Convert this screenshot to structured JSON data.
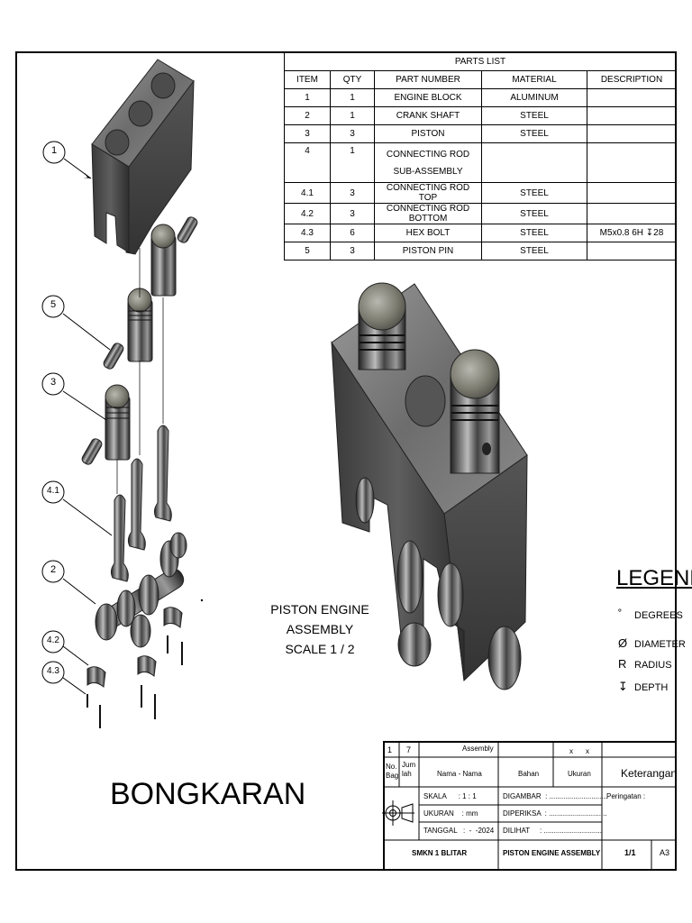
{
  "parts_list": {
    "title": "PARTS LIST",
    "headers": [
      "ITEM",
      "QTY",
      "PART NUMBER",
      "MATERIAL",
      "DESCRIPTION"
    ],
    "rows": [
      [
        "1",
        "1",
        "ENGINE BLOCK",
        "ALUMINUM",
        ""
      ],
      [
        "2",
        "1",
        "CRANK SHAFT",
        "STEEL",
        ""
      ],
      [
        "3",
        "3",
        "PISTON",
        "STEEL",
        ""
      ],
      [
        "4",
        "1",
        "CONNECTING ROD SUB-ASSEMBLY",
        "",
        ""
      ],
      [
        "4.1",
        "3",
        "CONNECTING ROD TOP",
        "STEEL",
        ""
      ],
      [
        "4.2",
        "3",
        "CONNECTING ROD BOTTOM",
        "STEEL",
        ""
      ],
      [
        "4.3",
        "6",
        "HEX BOLT",
        "STEEL",
        "M5x0.8 6H ↧28"
      ],
      [
        "5",
        "3",
        "PISTON PIN",
        "STEEL",
        ""
      ]
    ]
  },
  "callouts": [
    "1",
    "5",
    "3",
    "4.1",
    "2",
    "4.2",
    "4.3"
  ],
  "assembly": {
    "title_line1": "PISTON ENGINE ASSEMBLY",
    "title_line2": "SCALE 1 / 2"
  },
  "exploded_title": "BONGKARAN",
  "legend": {
    "title": "LEGEND:",
    "items": [
      {
        "symbol": "˚",
        "label": "DEGREES"
      },
      {
        "symbol": "Ø",
        "label": "DIAMETER"
      },
      {
        "symbol": "R",
        "label": "RADIUS"
      },
      {
        "symbol": "↧",
        "label": "DEPTH"
      }
    ]
  },
  "title_block": {
    "sheet_no": "1",
    "sheet_qty": "7",
    "assembly": "Assembly",
    "x1": "x",
    "x2": "x",
    "no_bag": "No. Bag",
    "jumlah": "Jum lah",
    "nama": "Nama - Nama",
    "bahan": "Bahan",
    "ukuran": "Ukuran",
    "keterangan": "Keterangan",
    "skala": "SKALA      : 1 : 1",
    "ukuran_mm": "UKURAN    : mm",
    "tanggal": "TANGGAL   :  -  -2024",
    "digambar": "DIGAMBAR  : .............................",
    "diperiksa": "DIPERIKSA  : .............................",
    "dilihat": "DILIHAT     : .............................",
    "peringatan": "Peringatan :",
    "school": "SMKN 1 BLITAR",
    "drawing_title": "PISTON ENGINE ASSEMBLY",
    "page": "1/1",
    "paper": "A3"
  }
}
